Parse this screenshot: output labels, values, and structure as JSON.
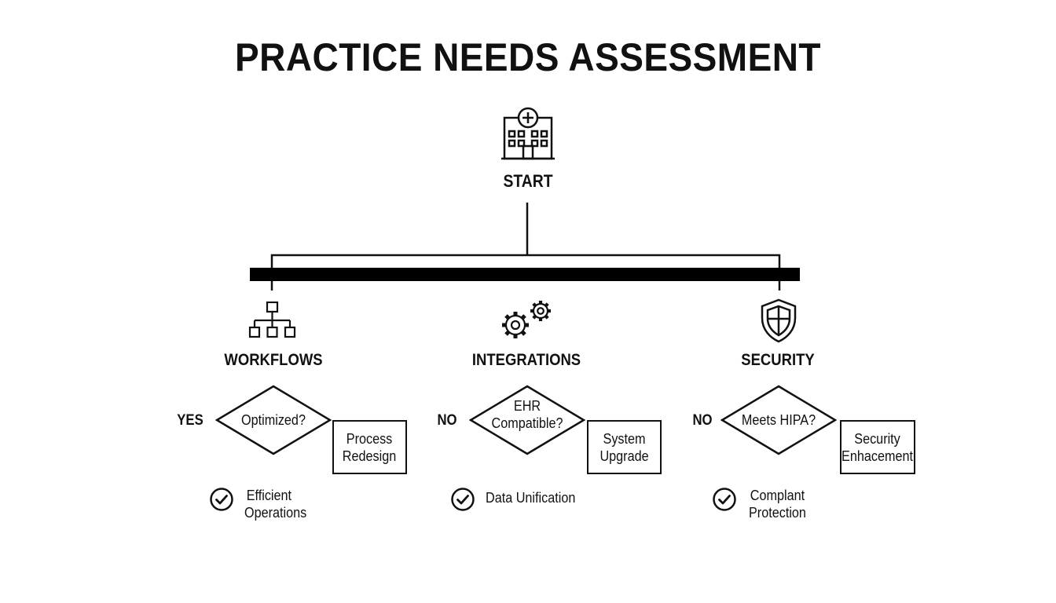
{
  "title": "PRACTICE NEEDS ASSESSMENT",
  "start": {
    "label": "START",
    "icon": "hospital-icon"
  },
  "branches": [
    {
      "category": "WORKFLOWS",
      "icon": "org-chart-icon",
      "answer": "YES",
      "question": "Optimized?",
      "action_line1": "Process",
      "action_line2": "Redesign",
      "outcome_line1": "Efficient",
      "outcome_line2": "Operations",
      "outcome_icon": "check-circle-icon"
    },
    {
      "category": "INTEGRATIONS",
      "icon": "gears-icon",
      "answer": "NO",
      "question_line1": "EHR",
      "question_line2": "Compatible?",
      "action_line1": "System",
      "action_line2": "Upgrade",
      "outcome": "Data Unification",
      "outcome_icon": "check-circle-icon"
    },
    {
      "category": "SECURITY",
      "icon": "shield-icon",
      "answer": "NO",
      "question": "Meets HIPA?",
      "action_line1": "Security",
      "action_line2": "Enhacement",
      "outcome_line1": "Complant",
      "outcome_line2": "Protection",
      "outcome_icon": "check-circle-icon"
    }
  ]
}
